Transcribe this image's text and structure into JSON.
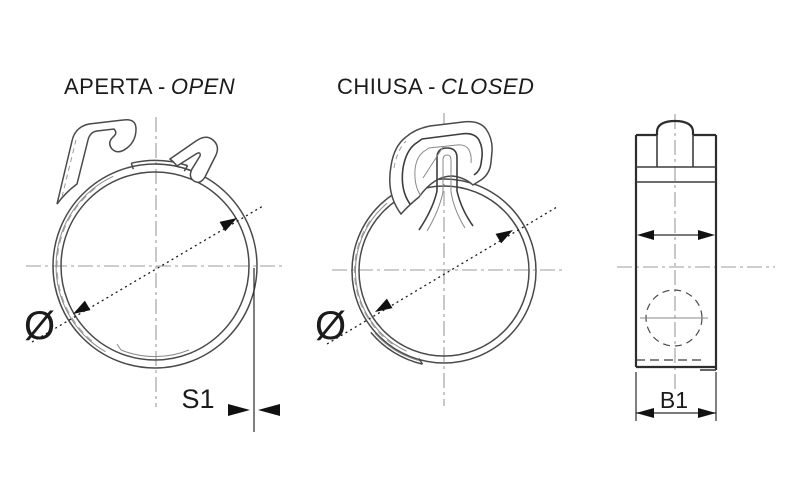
{
  "colors": {
    "background": "#ffffff",
    "line": "#4a4a4a",
    "centerline": "#9b9b9b",
    "dimension": "#111111"
  },
  "titles": {
    "open": {
      "italian": "APERTA",
      "separator": "-",
      "english": "OPEN"
    },
    "closed": {
      "italian": "CHIUSA",
      "separator": "-",
      "english": "CLOSED"
    }
  },
  "dimensions": {
    "open_diameter_symbol": "Ø",
    "closed_diameter_symbol": "Ø",
    "band_thickness_label": "S1",
    "band_width_label": "B1"
  }
}
